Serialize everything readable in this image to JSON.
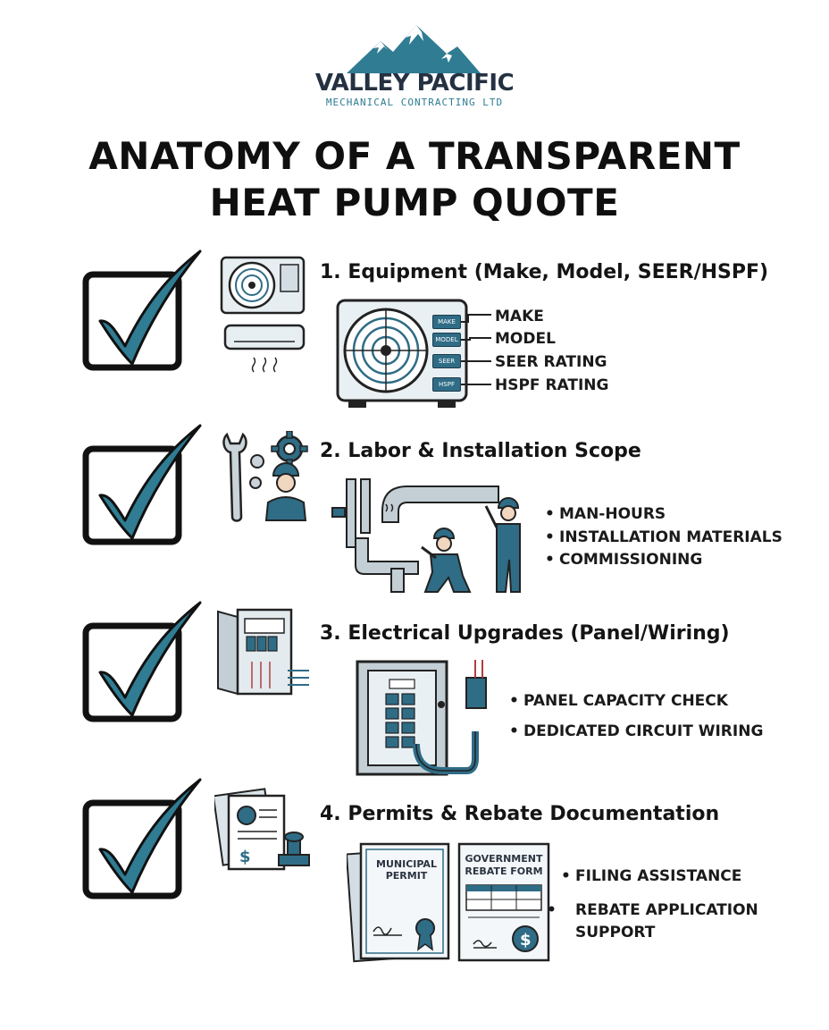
{
  "brand": {
    "name": "VALLEY PACIFIC",
    "tagline": "MECHANICAL CONTRACTING LTD",
    "colors": {
      "accent": "#2f7c93",
      "dark": "#243142",
      "ink": "#0f0f0f"
    }
  },
  "title": {
    "line1": "ANATOMY OF A TRANSPARENT",
    "line2": "HEAT PUMP QUOTE"
  },
  "sections": [
    {
      "title": "1. Equipment (Make, Model, SEER/HSPF)",
      "tags": [
        "MAKE",
        "MODEL",
        "SEER",
        "HSPF"
      ],
      "labels": [
        "MAKE",
        "MODEL",
        "SEER RATING",
        "HSPF RATING"
      ]
    },
    {
      "title": "2. Labor & Installation Scope",
      "bullets": [
        "MAN-HOURS",
        "INSTALLATION MATERIALS",
        "COMMISSIONING"
      ]
    },
    {
      "title": "3. Electrical Upgrades (Panel/Wiring)",
      "bullets": [
        "PANEL CAPACITY CHECK",
        "DEDICATED CIRCUIT WIRING"
      ]
    },
    {
      "title": "4. Permits & Rebate Documentation",
      "docs": {
        "permit": "MUNICIPAL PERMIT",
        "rebate_line1": "GOVERNMENT",
        "rebate_line2": "REBATE FORM"
      },
      "bullets": [
        "FILING ASSISTANCE",
        "REBATE APPLICATION SUPPORT"
      ]
    }
  ],
  "icons": [
    "mountain-logo-icon",
    "checkbox-icon",
    "heat-pump-icon",
    "wrench-icon",
    "gear-icon",
    "technician-icon",
    "electrical-panel-icon",
    "document-icon",
    "stamp-icon",
    "dollar-icon"
  ]
}
